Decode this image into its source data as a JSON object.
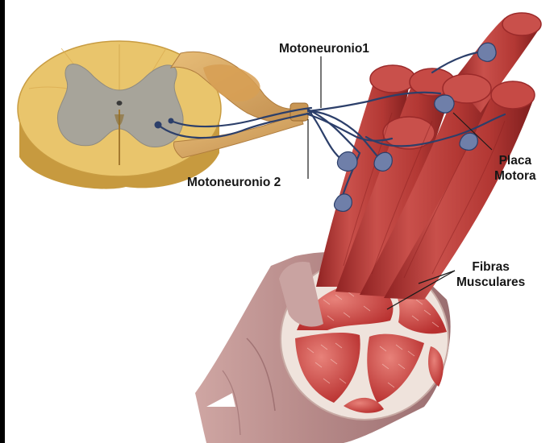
{
  "labels": {
    "motoneuron_1": "Motoneuronio1",
    "motoneuron_2": "Motoneuronio 2",
    "motor_plate": [
      "Placa",
      "Motora"
    ],
    "muscle_fibers": [
      "Fibras",
      "Musculares"
    ]
  },
  "colors": {
    "spinal_white_matter": "#e9c56c",
    "spinal_grey_matter": "#a7a49a",
    "nerve": "#d9a862",
    "neuron_axon": "#2c3f6a",
    "muscle": "#b8393a",
    "muscle_cross_section": "#c84946",
    "fascia": "#e6d7cf",
    "epimysium": "#b9908f",
    "motor_plate": "#6f7fa9"
  }
}
